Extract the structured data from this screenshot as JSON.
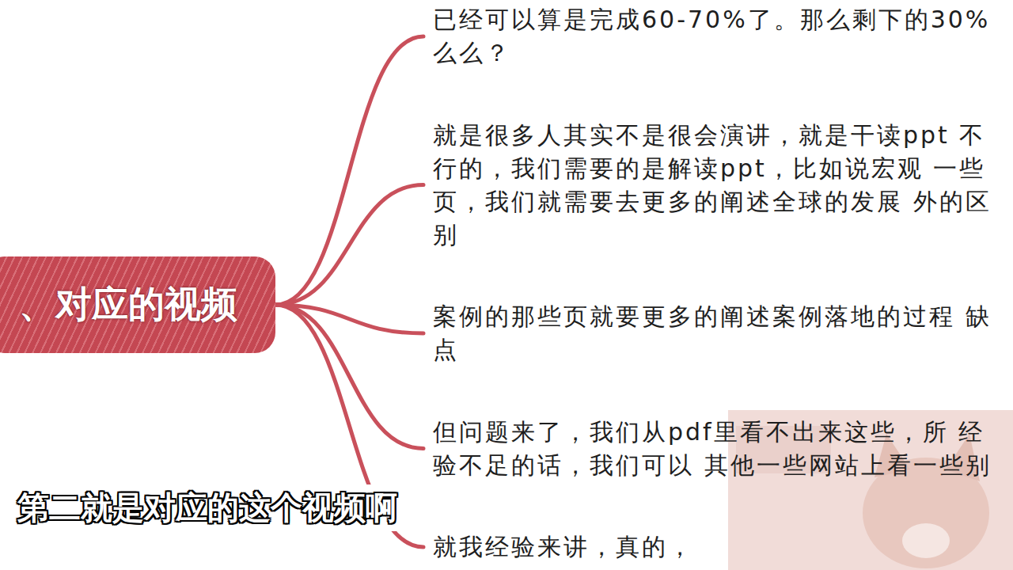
{
  "diagram": {
    "nodes": [
      {
        "text": [
          "、对应的视频"
        ]
      },
      {
        "text": [
          "已经可以算是完成60-70%了。那么剩下的30% 么么？"
        ]
      },
      {
        "text": [
          "就是很多人其实不是很会演讲，就是干读ppt 不行的，我们需要的是解读ppt，比如说宏观 一些页，我们就需要去更多的阐述全球的发展 外的区别"
        ]
      },
      {
        "text": [
          "案例的那些页就要更多的阐述案例落地的过程 缺点"
        ]
      },
      {
        "text": [
          "但问题来了，我们从pdf里看不出来这些，所 经验不足的话，我们可以 其他一些网站上看一些别"
        ]
      },
      {
        "text": [
          "就我经验来讲，真的，"
        ]
      }
    ],
    "edges": [
      {
        "from": 0,
        "to": 1,
        "arrow": "none"
      },
      {
        "from": 0,
        "to": 2,
        "arrow": "none"
      },
      {
        "from": 0,
        "to": 3,
        "arrow": "none"
      },
      {
        "from": 0,
        "to": 4,
        "arrow": "none"
      },
      {
        "from": 0,
        "to": 5,
        "arrow": "none"
      }
    ],
    "labels": [
      "第二就是对应的这个视频啊"
    ]
  }
}
